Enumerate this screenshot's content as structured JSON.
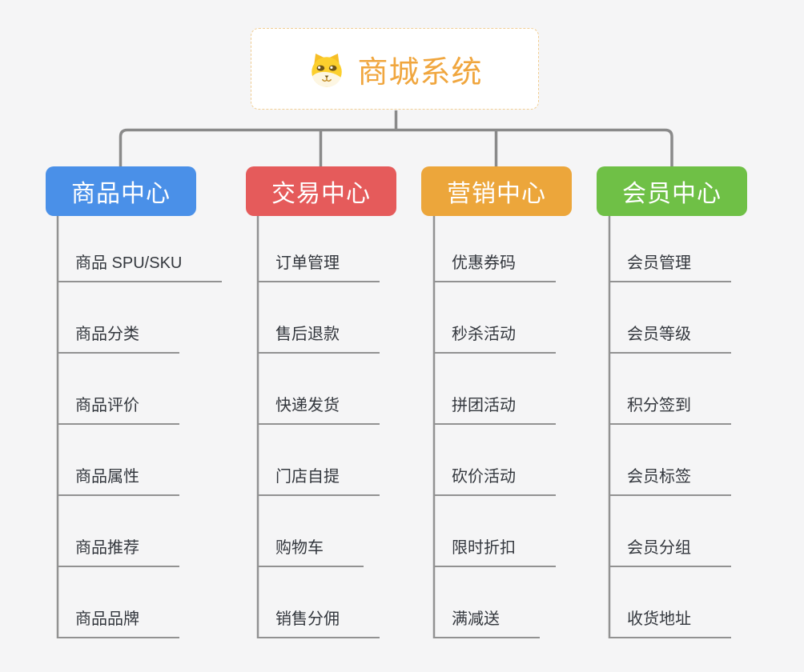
{
  "root": {
    "title": "商城系统",
    "icon": "shiba-dog-icon"
  },
  "colors": {
    "background": "#f5f5f6",
    "root_text": "#f0a63e",
    "root_border": "#f1ce94",
    "connector": "#8a8a8a",
    "leaf_line": "#929292",
    "leaf_text": "#33373d",
    "branch_text": "#ffffff"
  },
  "branches": [
    {
      "label": "商品中心",
      "color": "#4a90e8",
      "items": [
        "商品 SPU/SKU",
        "商品分类",
        "商品评价",
        "商品属性",
        "商品推荐",
        "商品品牌"
      ]
    },
    {
      "label": "交易中心",
      "color": "#e55b5b",
      "items": [
        "订单管理",
        "售后退款",
        "快递发货",
        "门店自提",
        "购物车",
        "销售分佣"
      ]
    },
    {
      "label": "营销中心",
      "color": "#eca63b",
      "items": [
        "优惠券码",
        "秒杀活动",
        "拼团活动",
        "砍价活动",
        "限时折扣",
        "满减送"
      ]
    },
    {
      "label": "会员中心",
      "color": "#6fc046",
      "items": [
        "会员管理",
        "会员等级",
        "积分签到",
        "会员标签",
        "会员分组",
        "收货地址"
      ]
    }
  ]
}
